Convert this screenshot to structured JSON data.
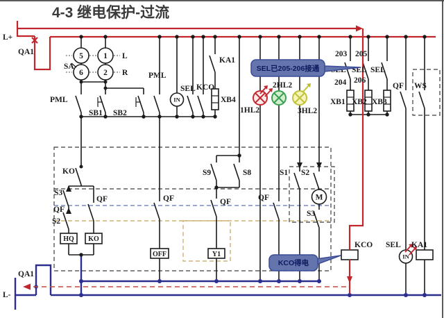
{
  "title": "4-3  继电保护-过流",
  "colors": {
    "line_red": "#c0262c",
    "line_blue": "#2b2e8f",
    "line_black": "#1b1b1b",
    "lamp_red": "#c52a33",
    "lamp_green": "#3aa052",
    "lamp_yellow": "#c2c23a",
    "callout_fill": "#6474ad",
    "callout_border": "#3c4c96",
    "callout_text": "#0f1a5e"
  },
  "power": {
    "l_plus": "L+",
    "l_minus": "L-",
    "qa1_top": "QA1",
    "qa1_bottom": "QA1"
  },
  "master_switch": {
    "label": "SA",
    "t5": "5",
    "t1": "1",
    "t6": "6",
    "t2": "2",
    "dir_left": "L",
    "dir_right": "R"
  },
  "contacts": {
    "pml_left": "PML",
    "pml_top": "PML",
    "sb1": "SB1",
    "sb2": "SB2",
    "sel_mid": "SEL",
    "kco_mid": "KCO",
    "ka1_top": "KA1",
    "ko": "KO",
    "s3_left": "S3",
    "qf_left": "QF",
    "s2_left": "S2",
    "qf_branch": "QF",
    "qf_off": "QF",
    "s9": "S9",
    "s8": "S8",
    "qf_y1": "QF",
    "qf_lamp": "QF",
    "s1": "S1",
    "s2_motor": "S2",
    "s3_motor": "S3",
    "sel_1": "SEL",
    "sel_2": "SEL",
    "sel_3": "SEL",
    "qf_right": "QF",
    "ws": "WS"
  },
  "terminals": {
    "xb1": "XB1",
    "xb2": "XB2",
    "xb3": "XB3",
    "xb4": "XB4",
    "n203": "203",
    "n204": "204",
    "n205": "205",
    "n206": "206"
  },
  "lamps": {
    "hl1": "1HL2",
    "hl2": "2HL2",
    "hl3": "3HL2"
  },
  "coils": {
    "hq": "HQ",
    "ko": "KO",
    "off": "OFF",
    "y1": "Y1",
    "kco": "KCO",
    "ka1": "KA1",
    "sel": "SEL"
  },
  "meters": {
    "in_mid": "IN",
    "in_bottom": "IN",
    "motor": "M"
  },
  "callouts": {
    "sel_note": "SEL已205-206接通",
    "kco_note": "KCO得电"
  }
}
